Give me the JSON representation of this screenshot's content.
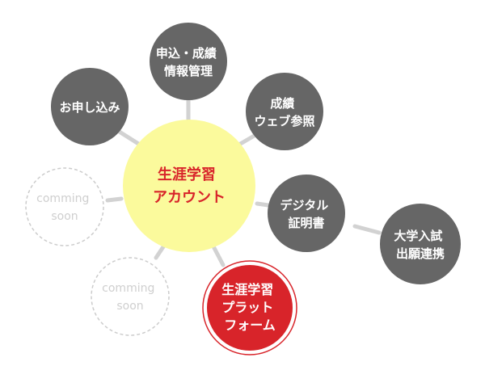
{
  "colors": {
    "dark_node": "#666666",
    "center_fill": "#fbfa9c",
    "center_text": "#d8242a",
    "highlight_fill": "#d8242a",
    "highlight_ring": "#d8242a",
    "dashed_border": "#cccccc",
    "soon_text": "#cfcfcf",
    "connector": "#d2d2d2"
  },
  "center": {
    "lines": [
      "生涯学習",
      "アカウント"
    ]
  },
  "nodes": [
    {
      "id": "apply-grades-info",
      "style": "dark",
      "lines": [
        "申込・成績",
        "情報管理"
      ]
    },
    {
      "id": "apply",
      "style": "dark",
      "lines": [
        "お申し込み"
      ]
    },
    {
      "id": "grades-web",
      "style": "dark",
      "lines": [
        "成績",
        "ウェブ参照"
      ]
    },
    {
      "id": "coming-soon-1",
      "style": "dashed",
      "lines": [
        "comming",
        "soon"
      ]
    },
    {
      "id": "digital-certificate",
      "style": "dark",
      "lines": [
        "デジタル",
        "証明書"
      ]
    },
    {
      "id": "university-admission",
      "style": "dark",
      "lines": [
        "大学入試",
        "出願連携"
      ]
    },
    {
      "id": "coming-soon-2",
      "style": "dashed",
      "lines": [
        "comming",
        "soon"
      ]
    },
    {
      "id": "learning-platform",
      "style": "highlight",
      "lines": [
        "生涯学習",
        "プラット",
        "フォーム"
      ]
    }
  ]
}
